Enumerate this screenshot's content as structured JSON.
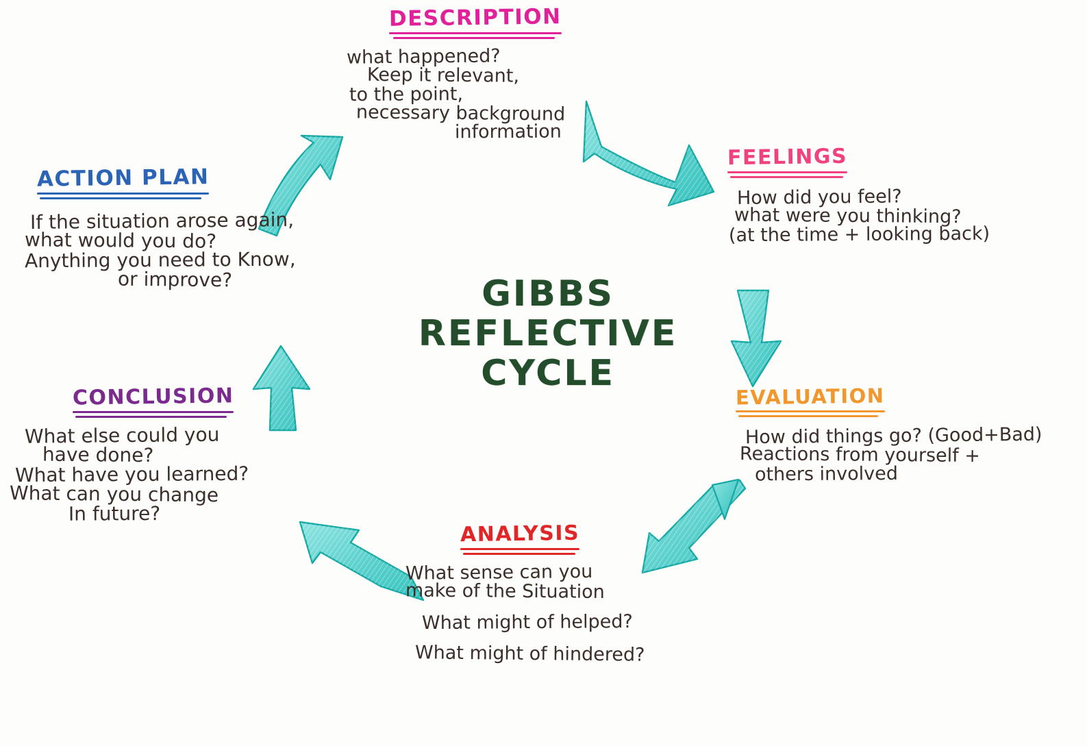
{
  "center": {
    "line1": "GIBBS",
    "line2": "REFLECTIVE",
    "line3": "CYCLE",
    "color": "#244d2c"
  },
  "colors": {
    "background": "#fdfdfc",
    "body_text": "#3b2f2a",
    "arrow_fill": "#6ad6d2",
    "arrow_stroke": "#17a9a5",
    "description": "#e0219a",
    "feelings": "#f0427f",
    "evaluation": "#f0972e",
    "analysis": "#e02626",
    "conclusion": "#7b2a8e",
    "action_plan": "#2b63b5"
  },
  "stages": [
    {
      "id": "description",
      "heading": "DESCRIPTION",
      "heading_color": "#e0219a",
      "lines": [
        "what happened?",
        "Keep it relevant,",
        "to the point,",
        "necessary background",
        "information"
      ]
    },
    {
      "id": "feelings",
      "heading": "FEELINGS",
      "heading_color": "#f0427f",
      "lines": [
        "How did you feel?",
        "what were you thinking?",
        "(at the time + looking back)"
      ]
    },
    {
      "id": "evaluation",
      "heading": "EVALUATION",
      "heading_color": "#f0972e",
      "lines": [
        "How did things go? (Good+Bad)",
        "Reactions from yourself +",
        "others involved"
      ]
    },
    {
      "id": "analysis",
      "heading": "ANALYSIS",
      "heading_color": "#e02626",
      "lines": [
        "What sense can you",
        "make of the Situation",
        "What might of helped?",
        "What might of hindered?"
      ]
    },
    {
      "id": "conclusion",
      "heading": "CONCLUSION",
      "heading_color": "#7b2a8e",
      "lines": [
        "What else could you",
        "have done?",
        "What have you learned?",
        "What can you change",
        "In future?"
      ]
    },
    {
      "id": "action-plan",
      "heading": "ACTION PLAN",
      "heading_color": "#2b63b5",
      "lines": [
        "If the situation arose again,",
        "what would you do?",
        "Anything you need to Know,",
        "or improve?"
      ]
    }
  ],
  "arrows": [
    {
      "id": "description-to-feelings",
      "direction": "down-right"
    },
    {
      "id": "feelings-to-evaluation",
      "direction": "down"
    },
    {
      "id": "evaluation-to-analysis",
      "direction": "down-left"
    },
    {
      "id": "analysis-to-conclusion",
      "direction": "up-left"
    },
    {
      "id": "conclusion-to-action-plan",
      "direction": "up"
    },
    {
      "id": "action-plan-to-description",
      "direction": "up-right"
    }
  ]
}
